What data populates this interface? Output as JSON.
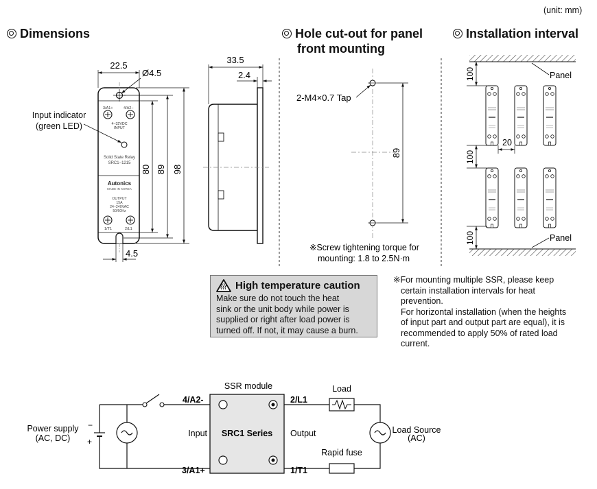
{
  "unit_note": "(unit: mm)",
  "headings": {
    "dimensions": "Dimensions",
    "hole_cutout_line1": "Hole cut-out for panel",
    "hole_cutout_line2": "front mounting",
    "installation": "Installation interval"
  },
  "dimensions": {
    "width_top": "22.5",
    "hole_dia": "Ø4.5",
    "input_indicator_line1": "Input indicator",
    "input_indicator_line2": "(green LED)",
    "dim_80": "80",
    "dim_89": "89",
    "dim_98": "98",
    "dim_4_5": "4.5",
    "depth": "33.5",
    "flange": "2.4",
    "device": {
      "term_a1": "3/A1+",
      "term_a2": "4/A2−",
      "input_spec_line1": "4−32VDC",
      "input_spec_line2": "INPUT",
      "name": "Solid State Relay",
      "model": "SRC1−1215",
      "brand": "Autonics",
      "origin": "MADE IN KOREA",
      "output_line1": "OUTPUT",
      "output_line2": "15A",
      "output_line3": "24−240VAC",
      "output_line4": "50/60Hz",
      "term_t1": "1/T1",
      "term_l1": "2/L1"
    }
  },
  "hole": {
    "tap_label": "2-M4×0.7 Tap",
    "dim_89": "89",
    "torque_line1": "※Screw tightening torque for",
    "torque_line2": "mounting: 1.8 to 2.5N·m"
  },
  "installation": {
    "panel_top": "Panel",
    "panel_bottom": "Panel",
    "dim_100_top": "100",
    "dim_100_mid": "100",
    "dim_100_bottom": "100",
    "dim_20": "20"
  },
  "caution": {
    "title": "High temperature caution",
    "text_line1": "Make sure do not touch the heat",
    "text_line2": "sink or the unit body while power is",
    "text_line3": "supplied or right after load power is",
    "text_line4": "turned off. If not, it may cause a burn."
  },
  "mounting_note": {
    "line1": "※For mounting multiple SSR, please keep",
    "line2": "certain installation intervals for heat",
    "line3": "prevention.",
    "line4": "For horizontal installation (when the heights",
    "line5": "of input part and output part are equal), it is",
    "line6": "recommended to apply 50% of rated load",
    "line7": "current."
  },
  "circuit": {
    "ssr_module": "SSR module",
    "series": "SRC1 Series",
    "input": "Input",
    "output": "Output",
    "term_a2": "4/A2-",
    "term_a1": "3/A1+",
    "term_l1": "2/L1",
    "term_t1": "1/T1",
    "load": "Load",
    "rapid_fuse": "Rapid fuse",
    "power_supply_line1": "Power supply",
    "power_supply_line2": "(AC, DC)",
    "minus": "−",
    "plus": "+",
    "load_source_line1": "Load Source",
    "load_source_line2": "(AC)"
  }
}
